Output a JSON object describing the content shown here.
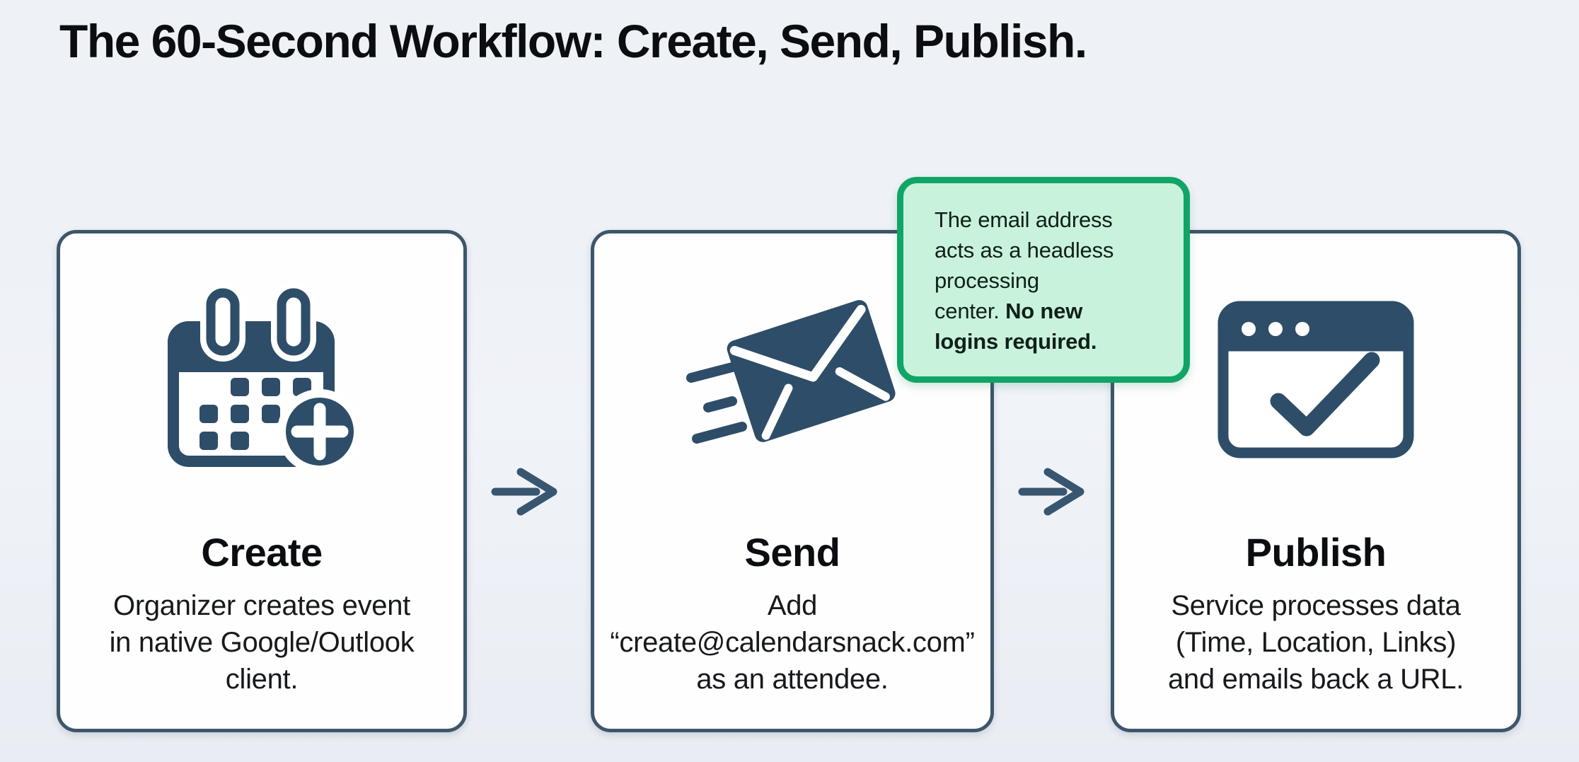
{
  "title": "The 60-Second Workflow: Create, Send, Publish.",
  "steps": [
    {
      "title": "Create",
      "icon": "calendar-plus-icon",
      "description": "Organizer creates event\nin native Google/Outlook\nclient."
    },
    {
      "title": "Send",
      "icon": "envelope-send-icon",
      "description": "Add\n“create@calendarsnack.com”\nas an attendee."
    },
    {
      "title": "Publish",
      "icon": "browser-check-icon",
      "description": "Service processes data\n(Time, Location, Links)\nand emails back a URL."
    }
  ],
  "connectors": [
    {
      "icon": "arrow-right-icon"
    },
    {
      "icon": "arrow-right-icon"
    }
  ],
  "callout": {
    "text_normal": "The email address\nacts as a headless\nprocessing\ncenter. ",
    "text_bold": "No new\nlogins required."
  },
  "colors": {
    "accent_dark": "#2e4d68",
    "card_border": "#3d566b",
    "arrow": "#38566f",
    "callout_border": "#10a566",
    "callout_bg": "#c9f2dc",
    "page_bg": "#eef1f6",
    "card_bg": "#fefefe",
    "text": "#17191c"
  }
}
